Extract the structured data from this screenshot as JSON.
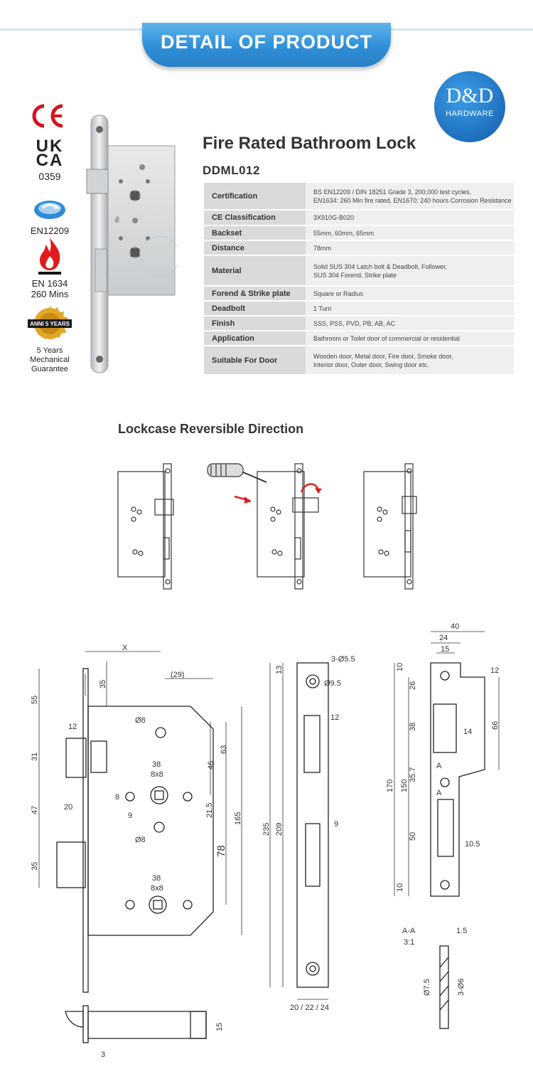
{
  "banner": {
    "title": "DETAIL OF PRODUCT"
  },
  "logo": {
    "main": "D&D",
    "sub": "HARDWARE"
  },
  "certifications": [
    {
      "icon": "ce-mark-icon",
      "label": "CE"
    },
    {
      "icon": "ukca-mark-icon",
      "label": "UK CA",
      "code": "0359"
    },
    {
      "icon": "en12209-icon",
      "label": "EN12209"
    },
    {
      "icon": "fire-icon",
      "label": "EN 1634",
      "sub": "260 Mins"
    },
    {
      "icon": "warranty-badge-icon",
      "label": "5 Years Mechanical Guarantee",
      "badge_text": "ANNI 5 YEARS"
    }
  ],
  "product": {
    "title": "Fire Rated Bathroom Lock",
    "model": "DDML012",
    "specs": [
      {
        "key": "Certification",
        "value": "BS EN12209 / DIN 18251 Grade 3, 200,000 test cycles,\nEN1634: 260 Min fire rated, EN1670: 240 hours Corrosion Resistance"
      },
      {
        "key": "CE Classification",
        "value": "3X910G-B020"
      },
      {
        "key": "Backset",
        "value": "55mm, 60mm, 65mm"
      },
      {
        "key": "Distance",
        "value": "78mm"
      },
      {
        "key": "Material",
        "value": "Solid SUS 304 Latch bolt & Deadbolt, Follower,\nSUS 304 Forend, Strike plate"
      },
      {
        "key": "Forend & Strike plate",
        "value": "Square or Radius"
      },
      {
        "key": "Deadbolt",
        "value": "1 Turn"
      },
      {
        "key": "Finish",
        "value": "SSS, PSS, PVD, PB, AB, AC"
      },
      {
        "key": "Application",
        "value": "Bathroom or Toilet door of commercial or residential"
      },
      {
        "key": "Suitable For Door",
        "value": "Wooden door, Metal door, Fire door, Smoke door,\nInterior door, Outer door, Swing door etc."
      }
    ]
  },
  "reversible": {
    "title": "Lockcase Reversible Direction"
  },
  "drawing": {
    "lockcase_dims": [
      "X",
      "(29)",
      "35",
      "55",
      "12",
      "Ø8",
      "31",
      "38",
      "8x8",
      "46",
      "63",
      "8",
      "9",
      "47",
      "20",
      "21.5",
      "Ø8",
      "165",
      "78",
      "35",
      "38",
      "8x8",
      "15",
      "3"
    ],
    "forend_dims": [
      "3-Ø5.5",
      "13",
      "Ø9.5",
      "12",
      "235",
      "209",
      "9",
      "20 / 22 / 24"
    ],
    "strike_dims": [
      "40",
      "24",
      "15",
      "10",
      "26",
      "12",
      "38",
      "14",
      "66",
      "170",
      "150",
      "35.7",
      "A",
      "A",
      "50",
      "10.5",
      "10"
    ],
    "section_dims": [
      "A-A",
      "3:1",
      "1.5",
      "Ø7.5",
      "3-Ø6"
    ]
  }
}
